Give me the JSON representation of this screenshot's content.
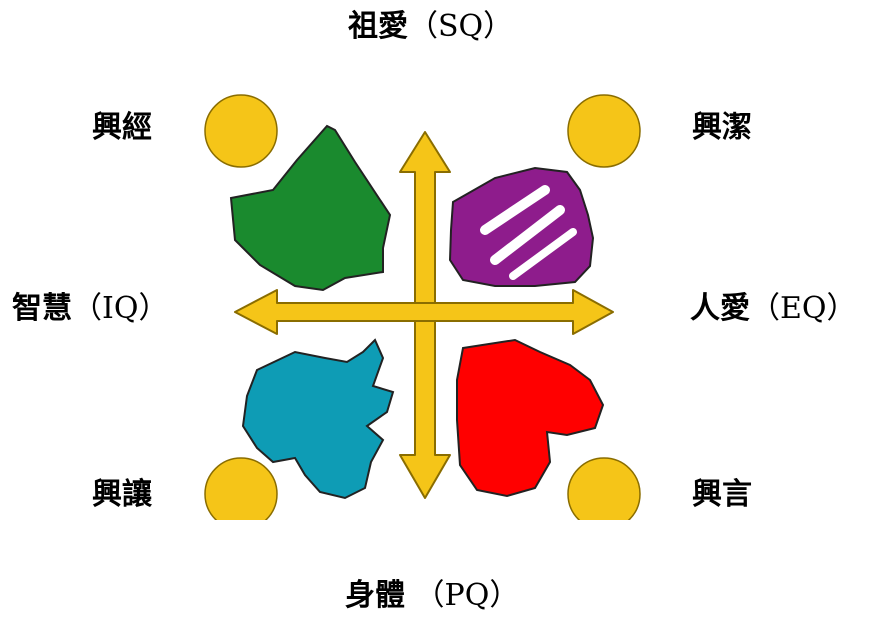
{
  "labels": {
    "top": {
      "cjk": "祖愛",
      "code": "（SQ）"
    },
    "bottom": {
      "cjk": "身體",
      "code": "（PQ）"
    },
    "left": {
      "cjk": "智慧",
      "code": "（IQ）"
    },
    "right": {
      "cjk": "人愛",
      "code": "（EQ）"
    }
  },
  "corners": {
    "top_left": "興經",
    "top_right": "興潔",
    "bottom_left": "興讓",
    "bottom_right": "興言"
  },
  "colors": {
    "arrow": "#F5C518",
    "arrow_stroke": "#8a6d00",
    "circle": "#F5C518",
    "green_shape": "#1A8A2E",
    "purple_shape": "#8E1C8C",
    "teal_shape": "#0E9CB5",
    "red_shape": "#FF0000",
    "outline": "#222222"
  }
}
